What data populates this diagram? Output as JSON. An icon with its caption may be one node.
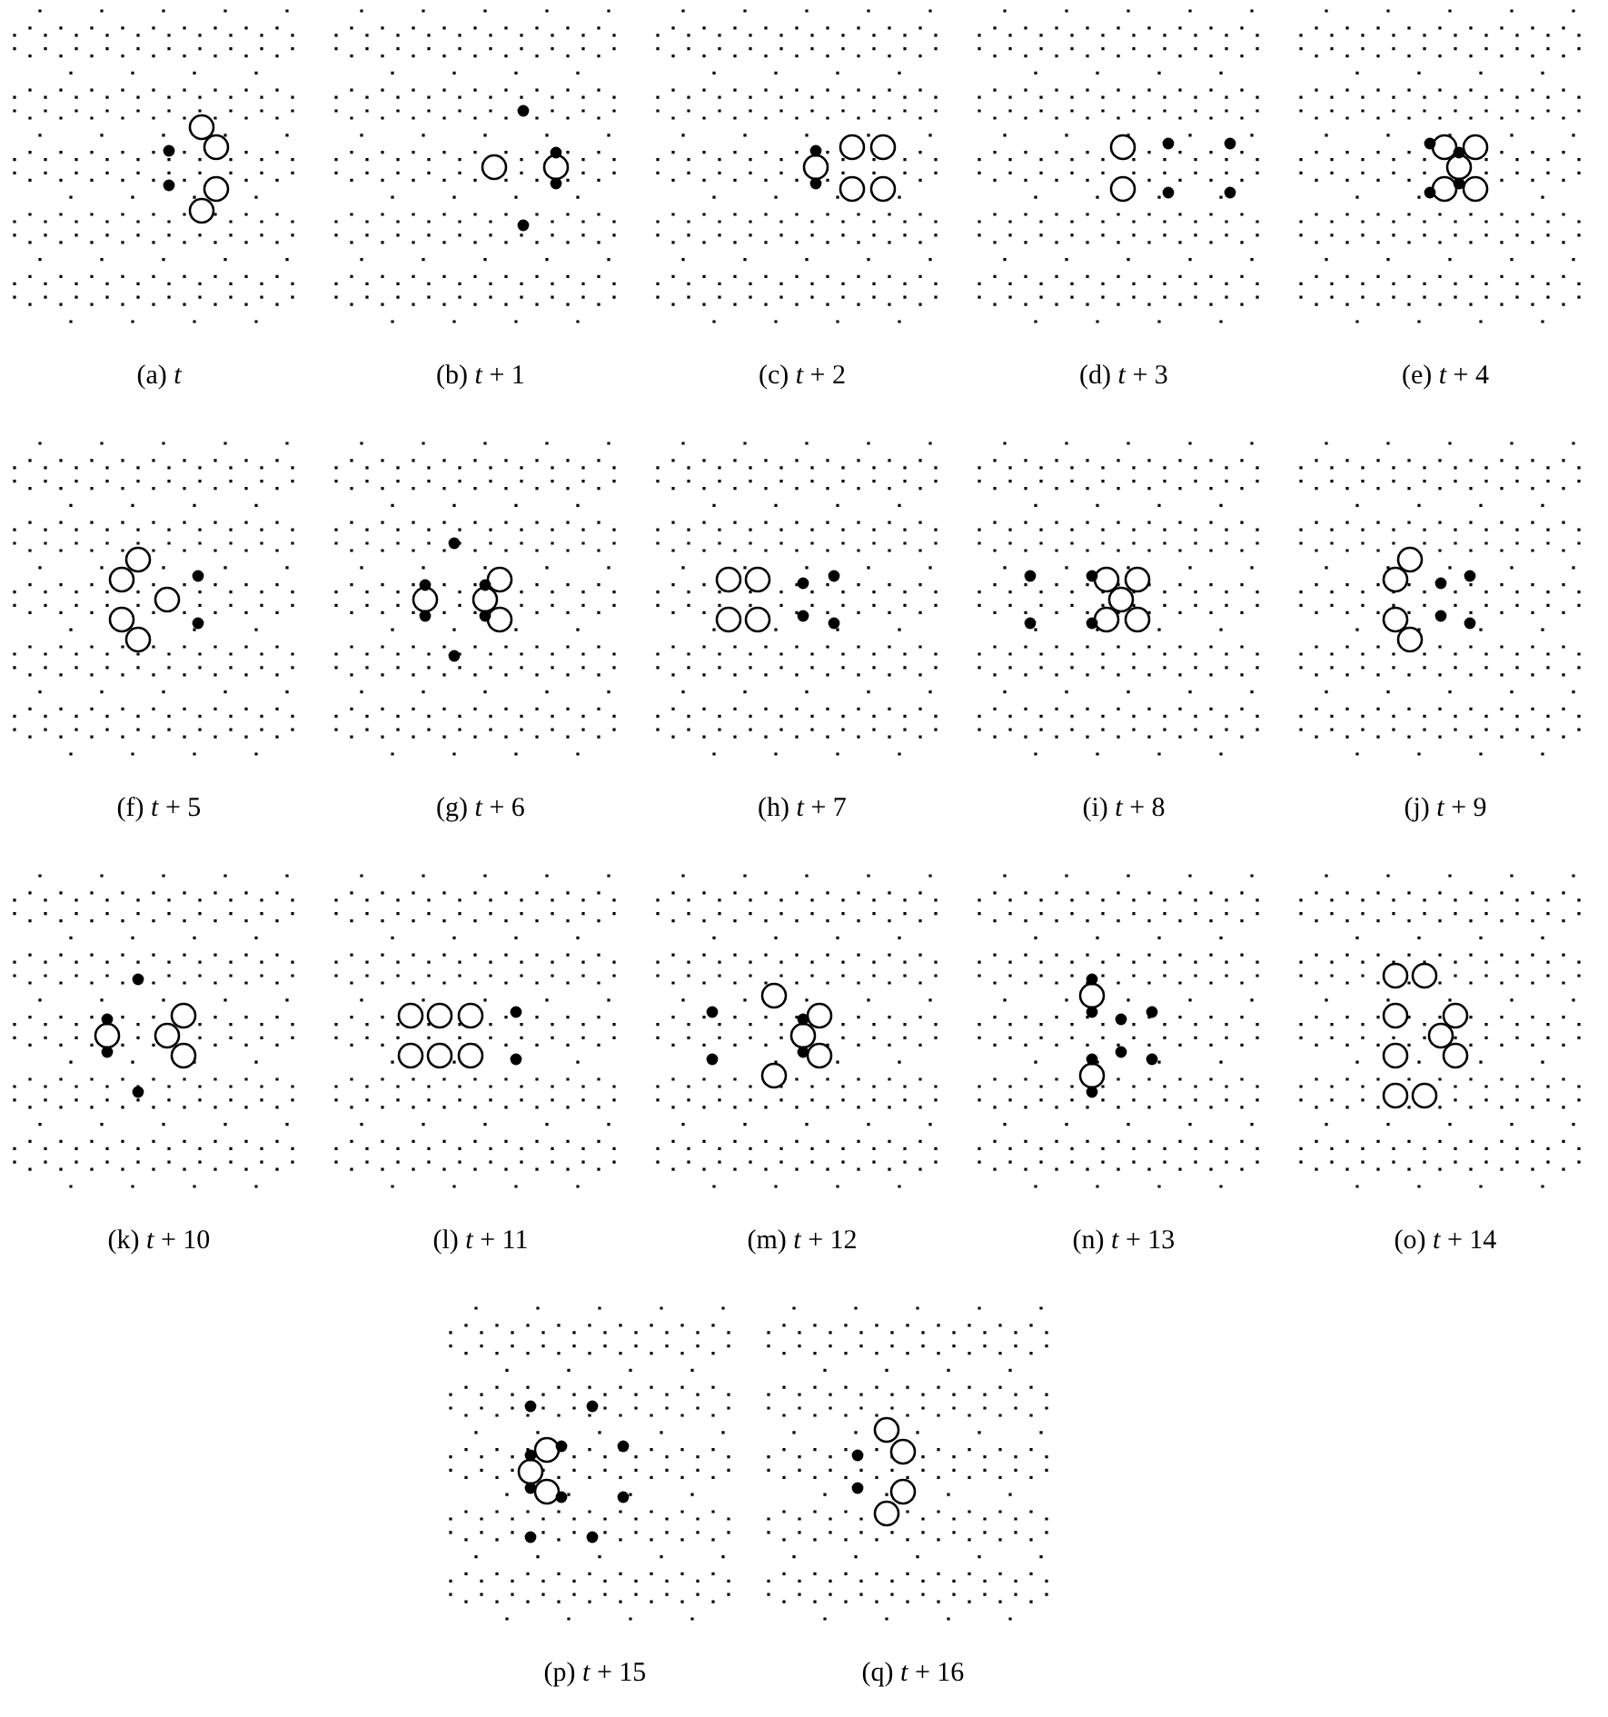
{
  "diagram": {
    "labels": [
      "(a) *t*",
      "(b) *t* + 1",
      "(c) *t* + 2",
      "(d) *t* + 3",
      "(e) *t* + 4",
      "(f) *t* + 5",
      "(g) *t* + 6",
      "(h) *t* + 7",
      "(i) *t* + 8",
      "(j) *t* + 9",
      "(k) *t* + 10",
      "(l) *t* + 11",
      "(m) *t* + 12",
      "(n) *t* + 13",
      "(o) *t* + 14",
      "(p) *t* + 15",
      "(q) *t* + 16"
    ]
  }
}
